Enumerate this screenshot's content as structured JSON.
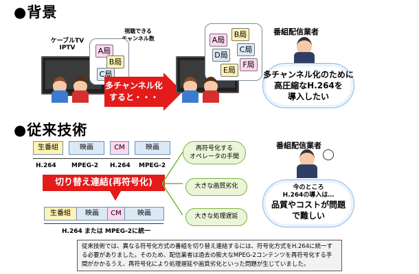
{
  "section1": {
    "heading": "●背景",
    "source_label_line1": "ケーブルTV",
    "source_label_line2": "IPTV",
    "channels_label_line1": "視聴できる",
    "channels_label_line2": "チャンネル数",
    "before_channels": [
      "A局",
      "B局",
      "C局"
    ],
    "arrow_line1": "多チャンネル化",
    "arrow_line2": "すると・・・",
    "after_channels": [
      "A局",
      "B局",
      "C局",
      "D局",
      "E局",
      "F局"
    ],
    "broadcaster_title": "番組配信業者",
    "broadcaster_line1": "多チャンネル化のために",
    "broadcaster_line2": "高圧縮なH.264を",
    "broadcaster_line3": "導入したい"
  },
  "section2": {
    "heading": "●従来技術",
    "top_segments": [
      "生番組",
      "映画",
      "CM",
      "映画"
    ],
    "top_formats": [
      "H.264",
      "MPEG-2",
      "H.264",
      "MPEG-2"
    ],
    "red_label": "切り替え連結(再符号化)",
    "bottom_segments": [
      "生番組",
      "映画",
      "CM",
      "映画"
    ],
    "bottom_format": "H.264 または MPEG-2に統一",
    "issues": [
      "再符号化する\nオペレータの手間",
      "大きな画質劣化",
      "大きな処理遅延"
    ],
    "broadcaster_title": "番組配信業者",
    "cloud_line1": "今のところ",
    "cloud_line2": "H.264の導入は…",
    "cloud_line3": "品質やコストが問題",
    "cloud_line4": "で難しい",
    "note": "従来技術では、異なる符号化方式の番組を切り替え連結するには、符号化方式をH.264に統一する必要がありました。そのため、配信業者は過去の膨大なMPEG-2コンテンツを再符号化する手間がかかるうえ、再符号化により処理遅延や画質劣化といった問題が生じていました。"
  },
  "colors": {
    "red": "#e31b1b",
    "seg_yellow": "#fff2b3",
    "seg_blue": "#dbe9f7",
    "seg_pink": "#ffd6ef",
    "chip_colors": [
      "#ffd6ef",
      "#fff2b3",
      "#dbe9f7",
      "#ffd6ef",
      "#fff2b3",
      "#dbe9f7"
    ]
  }
}
